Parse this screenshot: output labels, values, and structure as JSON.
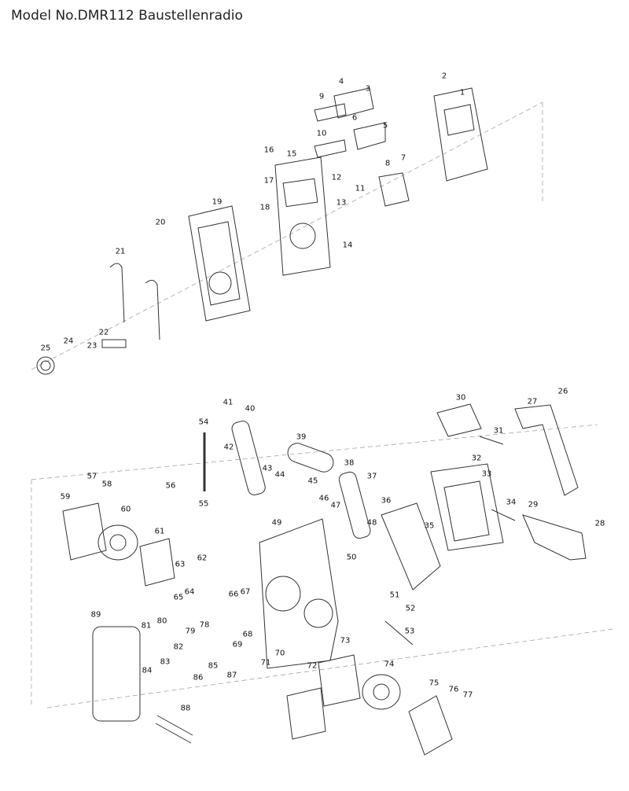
{
  "title": "Model No.DMR112 Baustellenradio",
  "part_numbers": [
    "1",
    "2",
    "3",
    "4",
    "5",
    "6",
    "7",
    "8",
    "9",
    "10",
    "11",
    "12",
    "13",
    "14",
    "15",
    "16",
    "17",
    "18",
    "19",
    "20",
    "21",
    "22",
    "23",
    "24",
    "25",
    "26",
    "27",
    "28",
    "29",
    "30",
    "31",
    "32",
    "33",
    "34",
    "35",
    "36",
    "37",
    "38",
    "39",
    "40",
    "41",
    "42",
    "43",
    "44",
    "45",
    "46",
    "47",
    "48",
    "49",
    "50",
    "51",
    "52",
    "53",
    "54",
    "55",
    "56",
    "57",
    "58",
    "59",
    "60",
    "61",
    "62",
    "63",
    "64",
    "65",
    "66",
    "67",
    "68",
    "69",
    "70",
    "71",
    "72",
    "73",
    "74",
    "75",
    "76",
    "77",
    "78",
    "79",
    "80",
    "81",
    "82",
    "83",
    "84",
    "85",
    "86",
    "87",
    "88",
    "89"
  ],
  "stroke_color": "#333333"
}
